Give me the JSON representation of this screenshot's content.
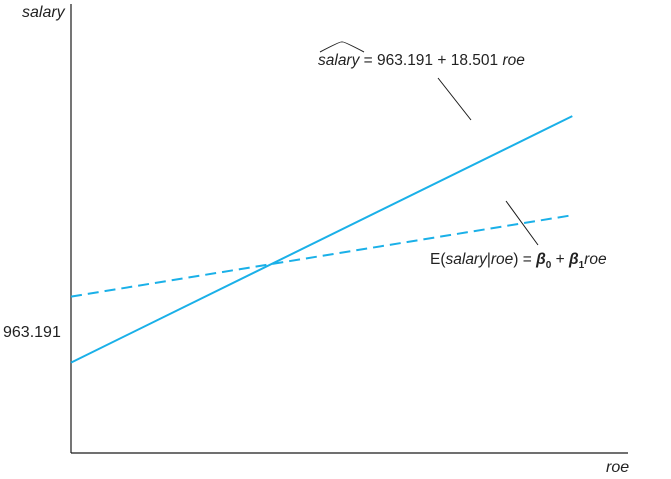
{
  "chart_data": {
    "type": "line",
    "xlabel": "roe",
    "ylabel": "salary",
    "y_ticks": [
      {
        "value": 963.191,
        "label": "963.191"
      }
    ],
    "series": [
      {
        "style": "solid",
        "color": "#1ab0e8",
        "intercept": 963.191,
        "slope": 18.501,
        "x": [
          0,
          27
        ],
        "y": [
          963.191,
          1462.718
        ]
      },
      {
        "style": "dashed",
        "color": "#1ab0e8",
        "x": [
          0,
          27
        ],
        "y": [
          1097,
          1262
        ]
      }
    ],
    "annotations": {
      "fitted": {
        "hat_term": "salary",
        "rest": " = 963.191 + 18.501 ",
        "var": "roe"
      },
      "population": {
        "e_open": "E(",
        "cond_y": "salary",
        "bar": "|",
        "cond_x": "roe",
        "e_close": ") = ",
        "beta": "β",
        "sub0": "0",
        "plus": " + ",
        "sub1": "1",
        "var": "roe"
      }
    },
    "xlim": [
      0,
      30
    ],
    "ylim": [
      780,
      1690
    ],
    "grid": false,
    "legend": "none"
  }
}
